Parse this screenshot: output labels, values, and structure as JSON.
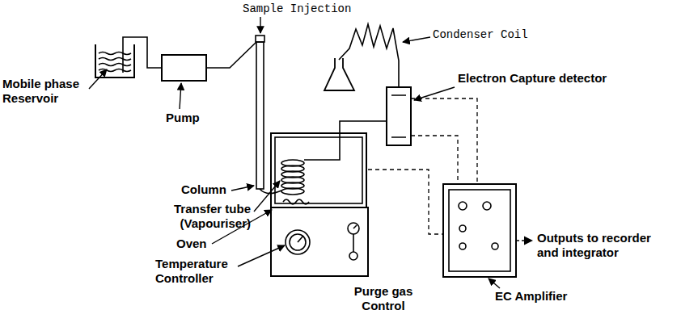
{
  "diagram": {
    "labels": [
      "Sample Injection",
      "Condenser Coil",
      "Mobile phase Reservoir",
      "Pump",
      "Electron Capture detector",
      "Column",
      "Transfer tube (Vapouriser)",
      "Oven",
      "Temperature Controller",
      "Purge gas Control",
      "Outputs to recorder and integrator",
      "EC Amplifier"
    ]
  }
}
